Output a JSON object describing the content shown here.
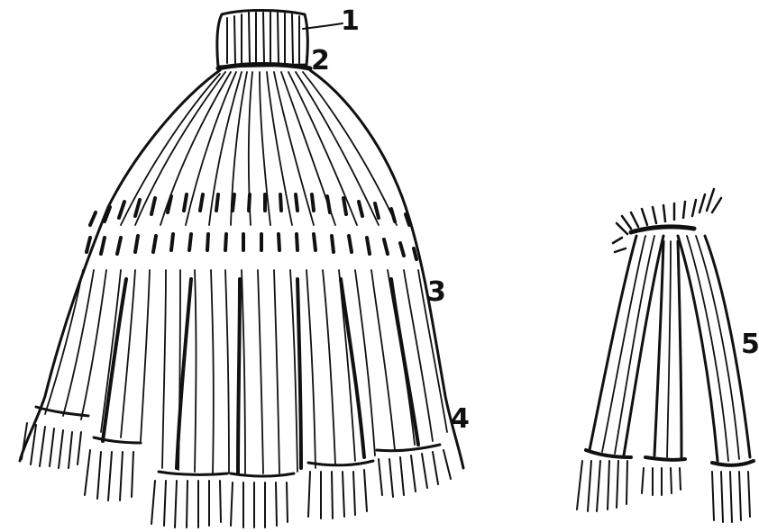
{
  "figure": {
    "labels": [
      {
        "id": "1",
        "text": "1"
      },
      {
        "id": "2",
        "text": "2"
      },
      {
        "id": "3",
        "text": "3"
      },
      {
        "id": "4",
        "text": "4"
      },
      {
        "id": "5",
        "text": "5"
      }
    ],
    "colors": {
      "ink": "#111111",
      "paper": "#ffffff"
    }
  }
}
